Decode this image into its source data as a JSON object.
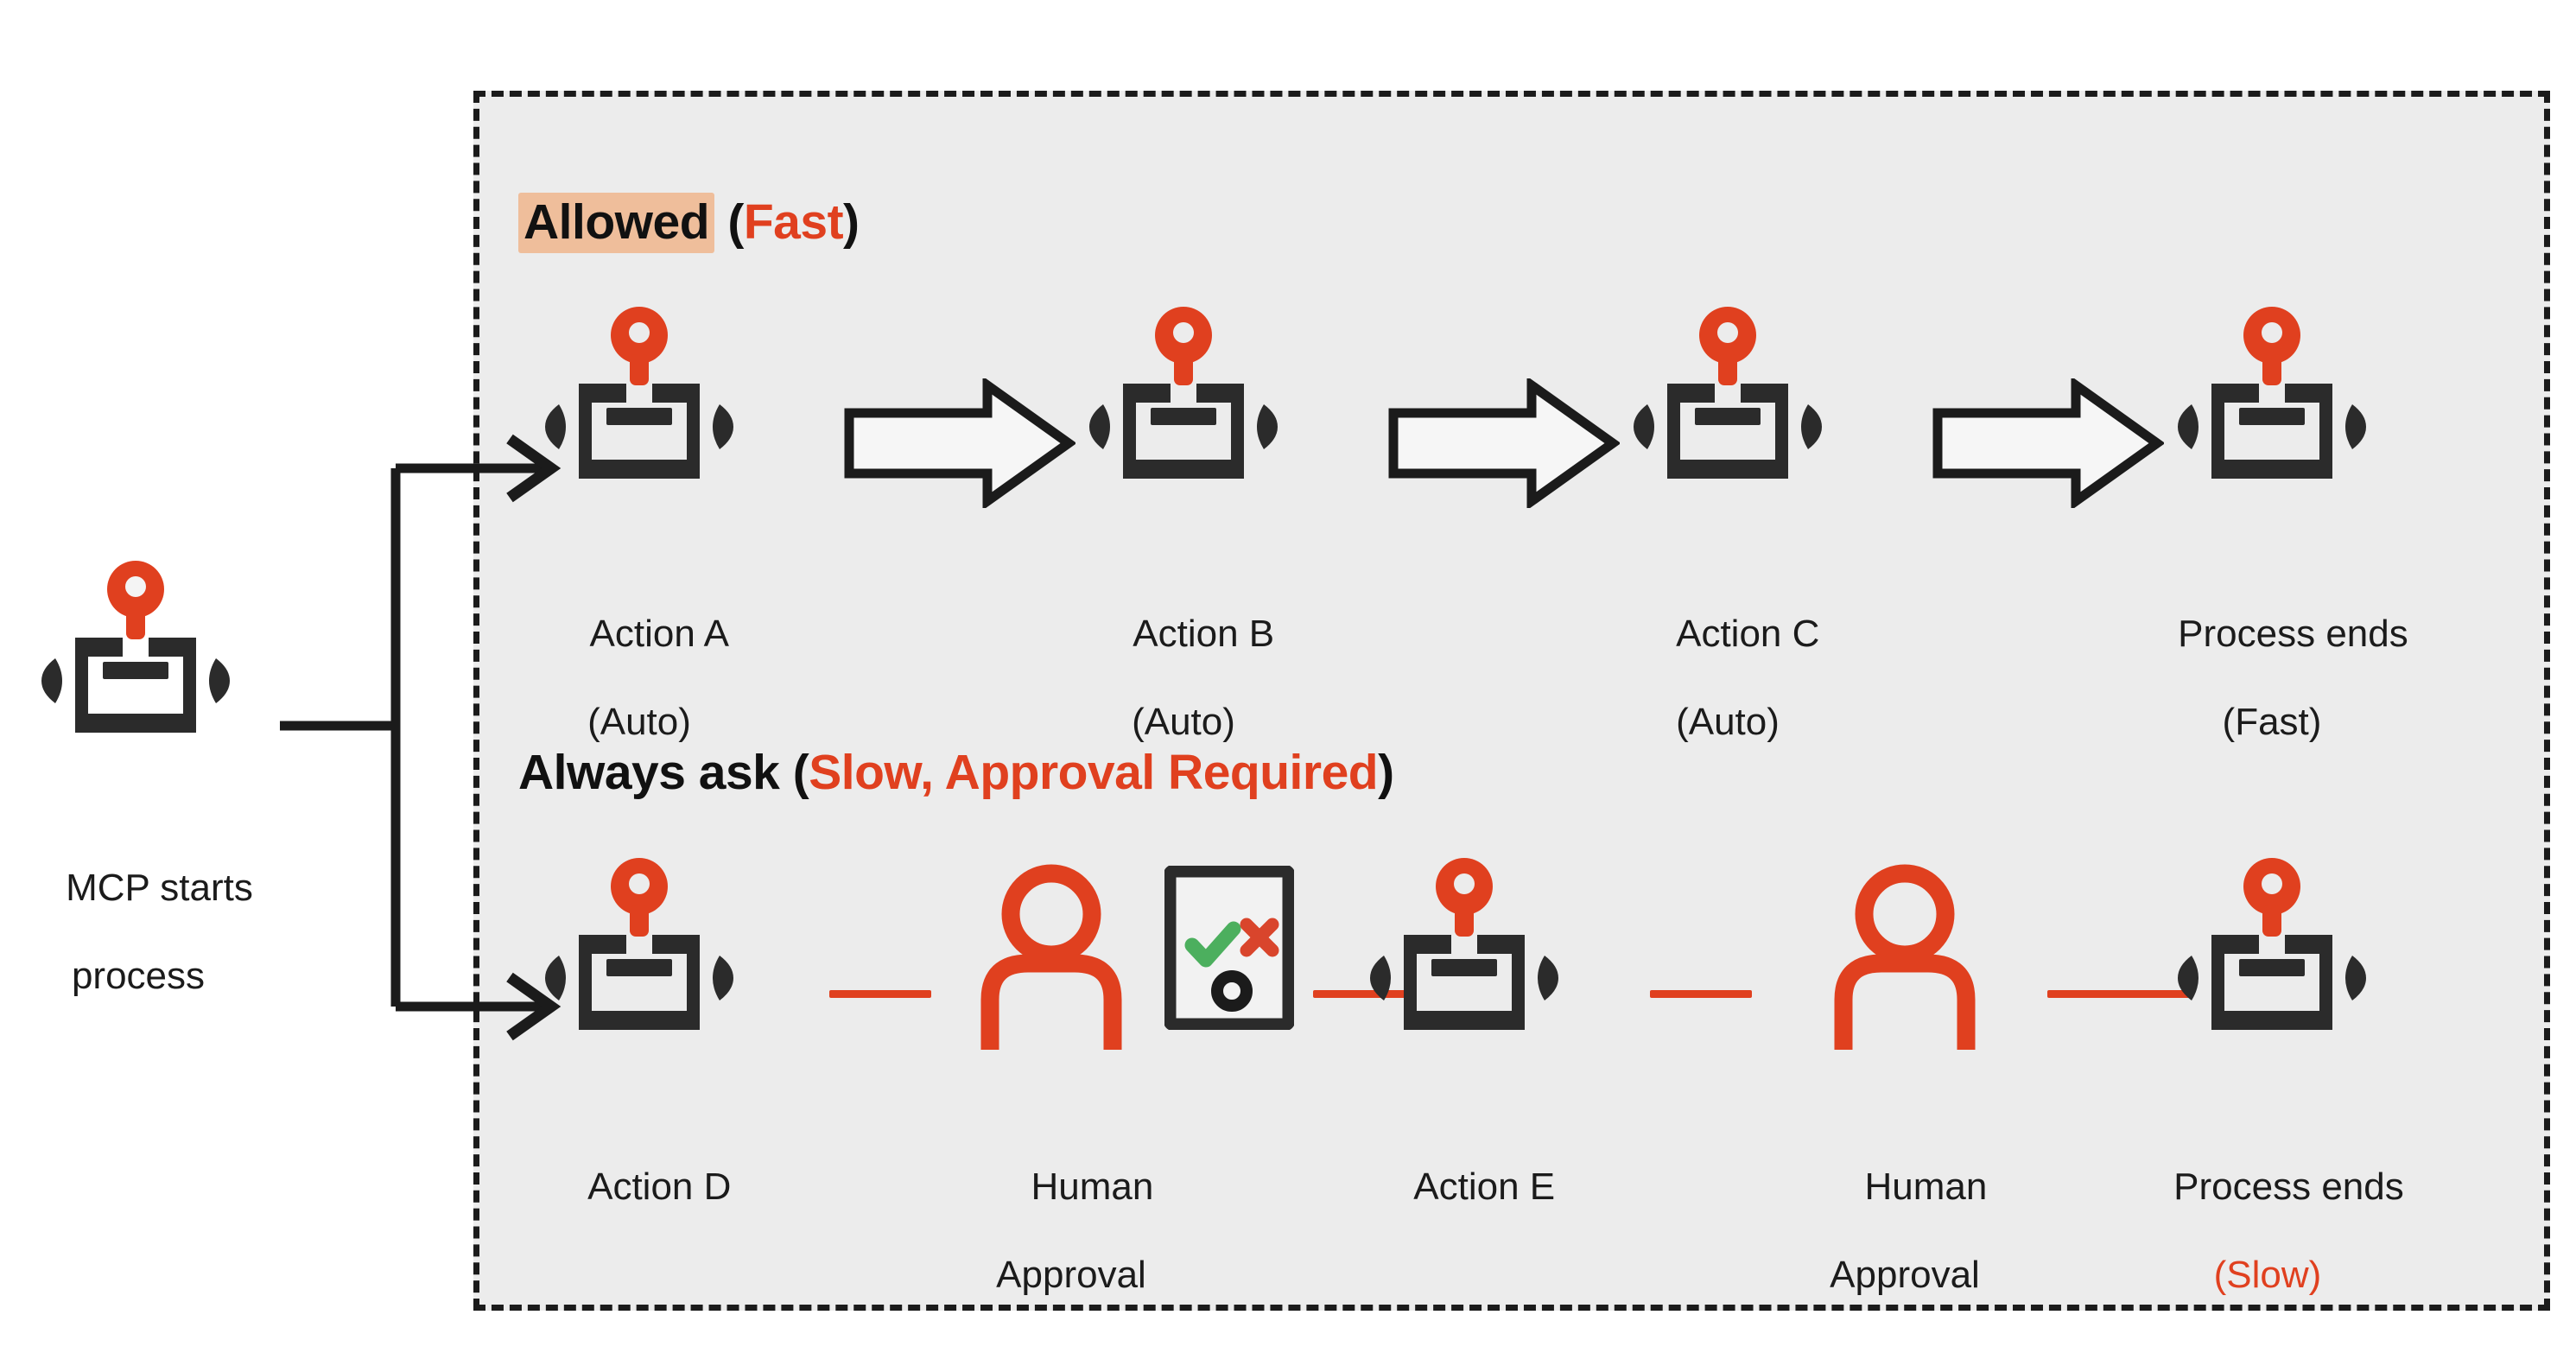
{
  "diagram": {
    "title_allowed": {
      "bold": "Allowed",
      "paren_open": " (",
      "accent": "Fast",
      "paren_close": ")"
    },
    "title_always": {
      "bold": "Always ask",
      "paren_open": " (",
      "accent": "Slow, Approval Required",
      "paren_close": ")"
    },
    "source": {
      "line1": "MCP starts",
      "line2": "process",
      "icon": "robot-icon"
    },
    "colors": {
      "accent_red": "#e0401f",
      "highlight_peach": "#efbe9b",
      "panel_bg": "#ececec",
      "dark": "#2b2b2b",
      "check_green": "#4caf5e",
      "page_bg": "#ffffff"
    },
    "allowed_row": {
      "nodes": [
        {
          "label1": "Action A",
          "label2": "(Auto)",
          "icon": "robot-icon"
        },
        {
          "label1": "Action B",
          "label2": "(Auto)",
          "icon": "robot-icon"
        },
        {
          "label1": "Action C",
          "label2": "(Auto)",
          "icon": "robot-icon"
        },
        {
          "label1": "Process ends",
          "label2": "(Fast)",
          "icon": "robot-icon"
        }
      ],
      "connectors": [
        "block-arrow-right",
        "block-arrow-right",
        "block-arrow-right"
      ]
    },
    "always_ask_row": {
      "nodes": [
        {
          "label1": "Action D",
          "label2": "",
          "icon": "robot-icon"
        },
        {
          "label1": "Human",
          "label2": "Approval",
          "icon": "person-icon",
          "has_tablet": true
        },
        {
          "label1": "Action E",
          "label2": "",
          "icon": "robot-icon"
        },
        {
          "label1": "Human",
          "label2": "Approval",
          "icon": "person-icon",
          "has_tablet": false
        },
        {
          "label1": "Process ends",
          "label2": "(Slow)",
          "label2_accent": true,
          "icon": "robot-icon"
        }
      ],
      "connectors": [
        "red-line",
        "red-line",
        "red-line",
        "red-line"
      ]
    },
    "tablet": {
      "approve_icon": "check-icon",
      "reject_icon": "cross-icon",
      "button_icon": "circle-button-icon"
    }
  }
}
